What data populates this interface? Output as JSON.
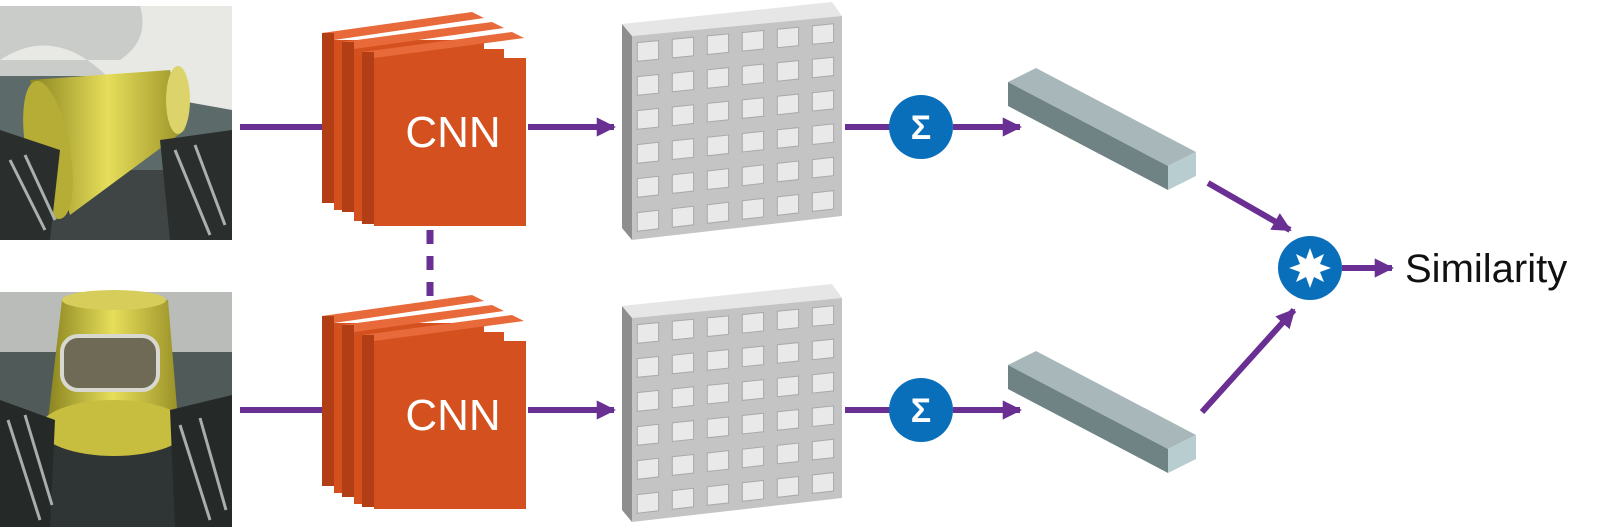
{
  "diagram": {
    "cnn_label_top": "CNN",
    "cnn_label_bottom": "CNN",
    "sum_symbol_top": "Σ",
    "sum_symbol_bottom": "Σ",
    "output_label": "Similarity"
  },
  "colors": {
    "arrow": "#6a2f93",
    "cnn": "#d4511f",
    "cnn_side": "#b23e15",
    "sum_node": "#0a6fba",
    "grid_face": "#cfcfcf",
    "vector": "#7f9294"
  },
  "icons": {
    "photo_top": "robot-gripper-holding-yellow-cup-photo",
    "photo_bottom": "robot-gripper-holding-yellow-cup-photo",
    "combine_node": "star-burst-icon"
  }
}
